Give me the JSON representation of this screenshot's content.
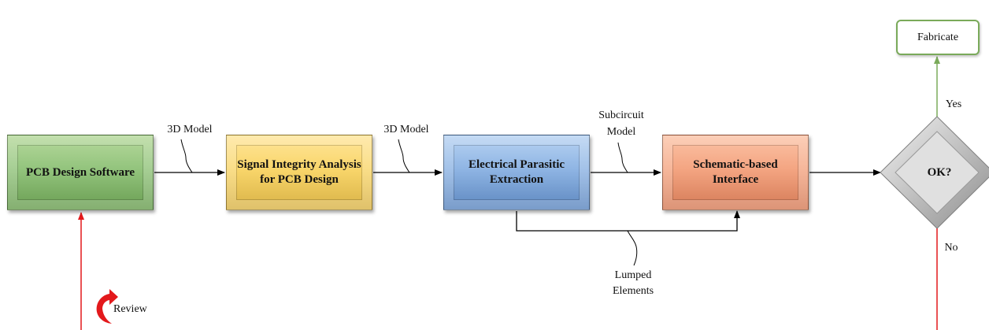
{
  "boxes": {
    "pcb_design": "PCB Design Software",
    "signal_integrity": "Signal Integrity Analysis for PCB Design",
    "parasitic_extraction": "Electrical Parasitic Extraction",
    "schematic_interface": "Schematic-based Interface"
  },
  "decision": {
    "label": "OK?"
  },
  "terminal": {
    "label": "Fabricate"
  },
  "edge_labels": {
    "model_1": "3D Model",
    "model_2": "3D Model",
    "subcircuit_line1": "Subcircuit",
    "subcircuit_line2": "Model",
    "lumped_line1": "Lumped",
    "lumped_line2": "Elements",
    "yes": "Yes",
    "no": "No",
    "review": "Review"
  },
  "colors": {
    "pcb_box": "#93c47d",
    "si_box": "#f9d66b",
    "epe_box": "#8fb5e4",
    "sbi_box": "#f4a582",
    "yes_arrow": "#7aaa5a",
    "feedback_arrow": "#e3191c",
    "decision": "#bfbfbf"
  },
  "icons": {
    "review": "curved-arrow-icon"
  }
}
